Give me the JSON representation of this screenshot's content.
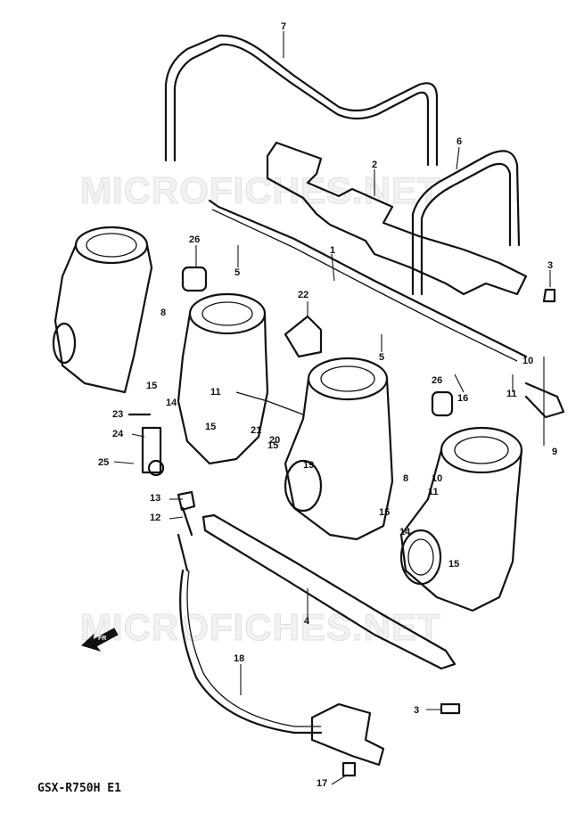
{
  "diagram": {
    "model_code": "GSX-R750H E1",
    "watermarks": [
      "MICROFICHES.NET",
      "MICROFICHES.NET"
    ],
    "direction_marker": "FR",
    "callouts": [
      "1",
      "2",
      "3",
      "3",
      "4",
      "5",
      "5",
      "6",
      "7",
      "8",
      "8",
      "9",
      "10",
      "10",
      "11",
      "11",
      "11",
      "12",
      "13",
      "14",
      "14",
      "15",
      "15",
      "15",
      "15",
      "15",
      "16",
      "17",
      "18",
      "19",
      "20",
      "21",
      "22",
      "23",
      "24",
      "25",
      "26",
      "26"
    ]
  }
}
